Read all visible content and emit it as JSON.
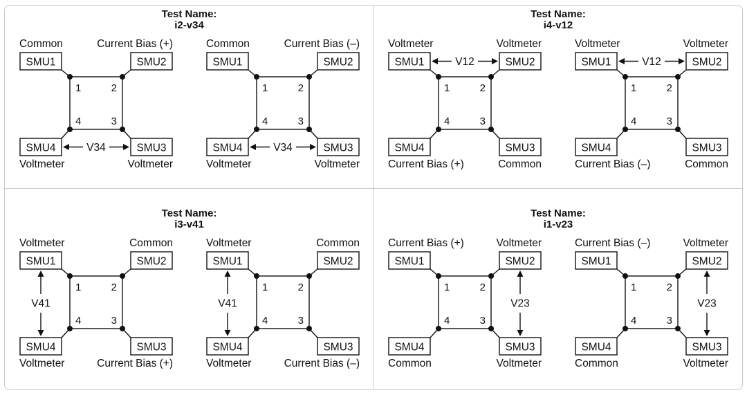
{
  "colors": {
    "background": "#ffffff",
    "border": "#c9c9c9",
    "divider": "#cbcbcb",
    "line": "#111111"
  },
  "quadrants": [
    {
      "title_label": "Test Name:",
      "test_name": "i2-v34",
      "diagrams": [
        {
          "corners": {
            "top_left": {
              "smu": "SMU1",
              "role": "Common",
              "terminal": "1"
            },
            "top_right": {
              "smu": "SMU2",
              "role": "Current Bias (+)",
              "terminal": "2"
            },
            "bottom_left": {
              "smu": "SMU4",
              "role": "Voltmeter",
              "terminal": "4"
            },
            "bottom_right": {
              "smu": "SMU3",
              "role": "Voltmeter",
              "terminal": "3"
            }
          },
          "voltage": {
            "label": "V34",
            "between": "bottom"
          }
        },
        {
          "corners": {
            "top_left": {
              "smu": "SMU1",
              "role": "Common",
              "terminal": "1"
            },
            "top_right": {
              "smu": "SMU2",
              "role": "Current Bias (–)",
              "terminal": "2"
            },
            "bottom_left": {
              "smu": "SMU4",
              "role": "Voltmeter",
              "terminal": "4"
            },
            "bottom_right": {
              "smu": "SMU3",
              "role": "Voltmeter",
              "terminal": "3"
            }
          },
          "voltage": {
            "label": "V34",
            "between": "bottom"
          }
        }
      ]
    },
    {
      "title_label": "Test Name:",
      "test_name": "i4-v12",
      "diagrams": [
        {
          "corners": {
            "top_left": {
              "smu": "SMU1",
              "role": "Voltmeter",
              "terminal": "1"
            },
            "top_right": {
              "smu": "SMU2",
              "role": "Voltmeter",
              "terminal": "2"
            },
            "bottom_left": {
              "smu": "SMU4",
              "role": "Current Bias (+)",
              "terminal": "4"
            },
            "bottom_right": {
              "smu": "SMU3",
              "role": "Common",
              "terminal": "3"
            }
          },
          "voltage": {
            "label": "V12",
            "between": "top"
          }
        },
        {
          "corners": {
            "top_left": {
              "smu": "SMU1",
              "role": "Voltmeter",
              "terminal": "1"
            },
            "top_right": {
              "smu": "SMU2",
              "role": "Voltmeter",
              "terminal": "2"
            },
            "bottom_left": {
              "smu": "SMU4",
              "role": "Current Bias (–)",
              "terminal": "4"
            },
            "bottom_right": {
              "smu": "SMU3",
              "role": "Common",
              "terminal": "3"
            }
          },
          "voltage": {
            "label": "V12",
            "between": "top"
          }
        }
      ]
    },
    {
      "title_label": "Test Name:",
      "test_name": "i3-v41",
      "diagrams": [
        {
          "corners": {
            "top_left": {
              "smu": "SMU1",
              "role": "Voltmeter",
              "terminal": "1"
            },
            "top_right": {
              "smu": "SMU2",
              "role": "Common",
              "terminal": "2"
            },
            "bottom_left": {
              "smu": "SMU4",
              "role": "Voltmeter",
              "terminal": "4"
            },
            "bottom_right": {
              "smu": "SMU3",
              "role": "Current Bias (+)",
              "terminal": "3"
            }
          },
          "voltage": {
            "label": "V41",
            "between": "left"
          }
        },
        {
          "corners": {
            "top_left": {
              "smu": "SMU1",
              "role": "Voltmeter",
              "terminal": "1"
            },
            "top_right": {
              "smu": "SMU2",
              "role": "Common",
              "terminal": "2"
            },
            "bottom_left": {
              "smu": "SMU4",
              "role": "Voltmeter",
              "terminal": "4"
            },
            "bottom_right": {
              "smu": "SMU3",
              "role": "Current Bias (–)",
              "terminal": "3"
            }
          },
          "voltage": {
            "label": "V41",
            "between": "left"
          }
        }
      ]
    },
    {
      "title_label": "Test Name:",
      "test_name": "i1-v23",
      "diagrams": [
        {
          "corners": {
            "top_left": {
              "smu": "SMU1",
              "role": "Current Bias (+)",
              "terminal": "1"
            },
            "top_right": {
              "smu": "SMU2",
              "role": "Voltmeter",
              "terminal": "2"
            },
            "bottom_left": {
              "smu": "SMU4",
              "role": "Common",
              "terminal": "4"
            },
            "bottom_right": {
              "smu": "SMU3",
              "role": "Voltmeter",
              "terminal": "3"
            }
          },
          "voltage": {
            "label": "V23",
            "between": "right"
          }
        },
        {
          "corners": {
            "top_left": {
              "smu": "SMU1",
              "role": "Current Bias (–)",
              "terminal": "1"
            },
            "top_right": {
              "smu": "SMU2",
              "role": "Voltmeter",
              "terminal": "2"
            },
            "bottom_left": {
              "smu": "SMU4",
              "role": "Common",
              "terminal": "4"
            },
            "bottom_right": {
              "smu": "SMU3",
              "role": "Voltmeter",
              "terminal": "3"
            }
          },
          "voltage": {
            "label": "V23",
            "between": "right"
          }
        }
      ]
    }
  ]
}
